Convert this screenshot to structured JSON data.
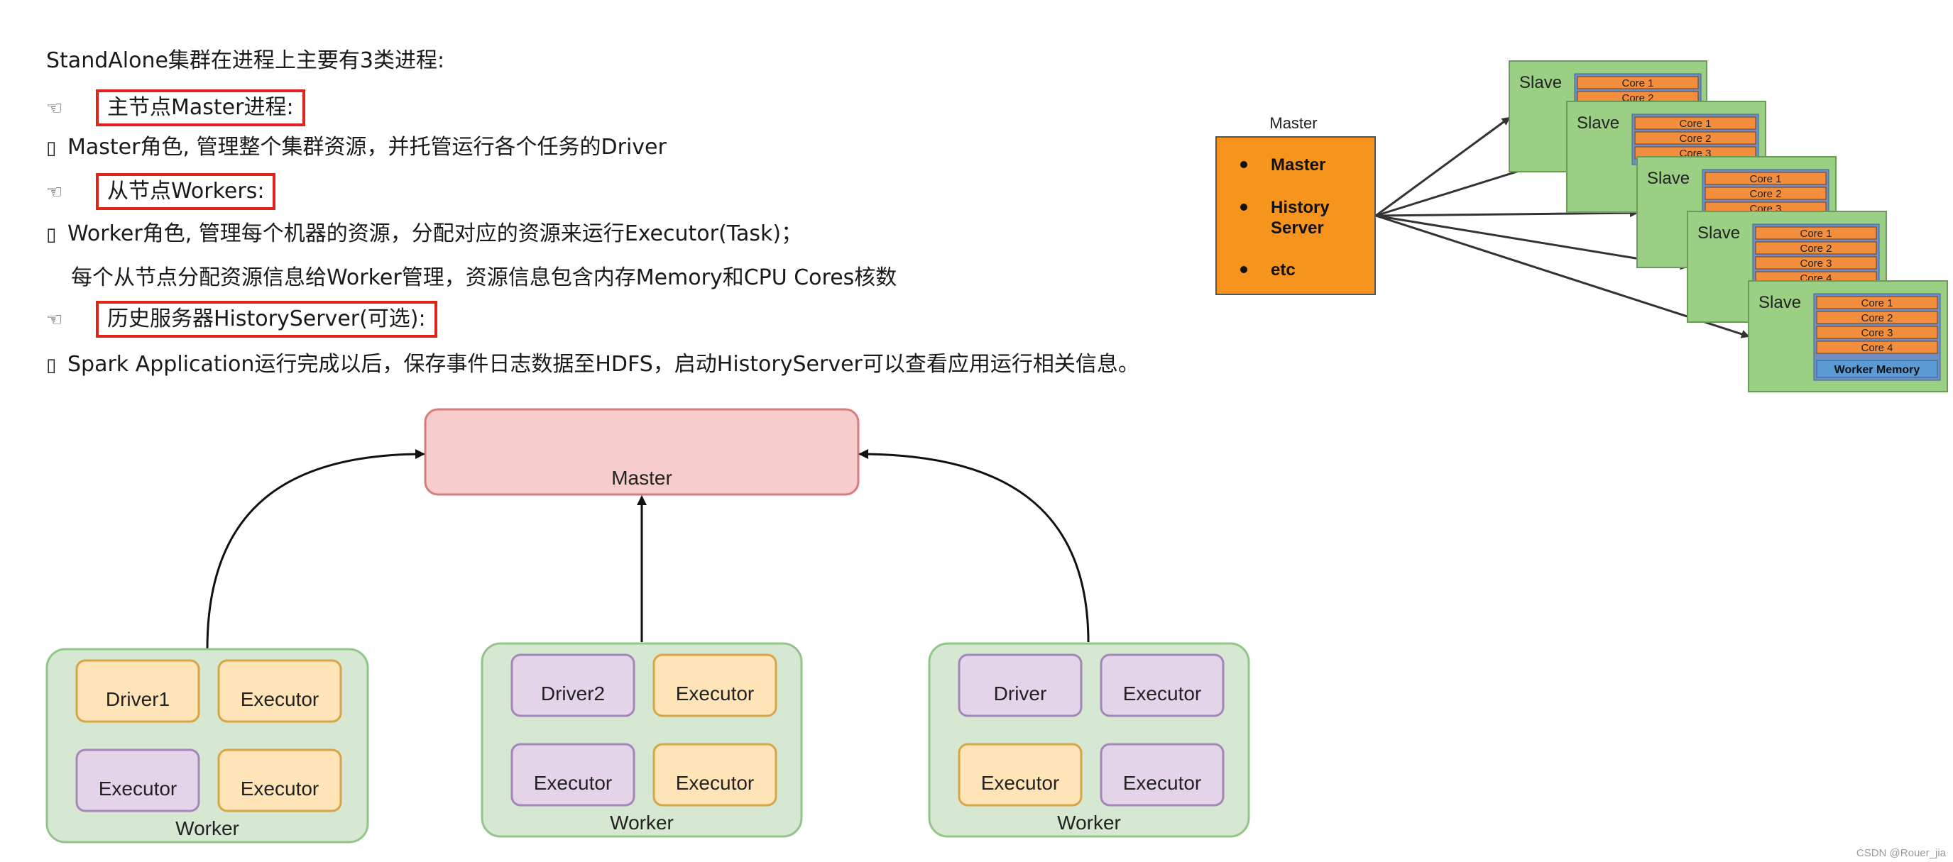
{
  "text": {
    "intro": "StandAlone集群在进程上主要有3类进程:",
    "master_heading": "主节点Master进程:",
    "master_desc": "Master角色, 管理整个集群资源，并托管运行各个任务的Driver",
    "workers_heading": "从节点Workers:",
    "worker_desc": "Worker角色, 管理每个机器的资源，分配对应的资源来运行Executor(Task)；",
    "worker_desc2": "每个从节点分配资源信息给Worker管理，资源信息包含内存Memory和CPU Cores核数",
    "history_heading": "历史服务器HistoryServer(可选):",
    "history_desc": "Spark Application运行完成以后，保存事件日志数据至HDFS，启动HistoryServer可以查看应用运行相关信息。",
    "bullet_glyph": "▯",
    "hand_glyph": "☜"
  },
  "colors": {
    "highlight_border": "#e0231c",
    "master_fill": "#f6cccc",
    "master_stroke": "#d77b7b",
    "worker_fill": "#d6e8d2",
    "worker_stroke": "#93c48a",
    "driver_fill": "#ffe4b8",
    "executor_orange_fill": "#ffe4b8",
    "orange_stroke": "#d8a546",
    "purple_fill": "#e4d4ea",
    "purple_stroke": "#a487b8",
    "right_master_fill": "#f7941d",
    "slave_fill": "#9bcf83",
    "core_fill": "#f28e3c",
    "worker_memory_fill": "#5b9bd5"
  },
  "bottom_diagram": {
    "master_label": "Master",
    "workers": [
      {
        "label": "Worker",
        "boxes": [
          {
            "label": "Driver1",
            "style": "orange"
          },
          {
            "label": "Executor",
            "style": "orange"
          },
          {
            "label": "Executor",
            "style": "purple"
          },
          {
            "label": "Executor",
            "style": "orange"
          }
        ]
      },
      {
        "label": "Worker",
        "boxes": [
          {
            "label": "Driver2",
            "style": "purple"
          },
          {
            "label": "Executor",
            "style": "orange"
          },
          {
            "label": "Executor",
            "style": "purple"
          },
          {
            "label": "Executor",
            "style": "orange"
          }
        ]
      },
      {
        "label": "Worker",
        "boxes": [
          {
            "label": "Driver",
            "style": "purple"
          },
          {
            "label": "Executor",
            "style": "purple"
          },
          {
            "label": "Executor",
            "style": "orange"
          },
          {
            "label": "Executor",
            "style": "purple"
          }
        ]
      }
    ]
  },
  "right_diagram": {
    "master_title": "Master",
    "master_items": [
      "Master",
      "History Server",
      "etc"
    ],
    "slave_label": "Slave",
    "cores": [
      "Core 1",
      "Core 2",
      "Core 3",
      "Core 4"
    ],
    "worker_memory": "Worker Memory"
  },
  "watermark": "CSDN @Rouer_jia"
}
